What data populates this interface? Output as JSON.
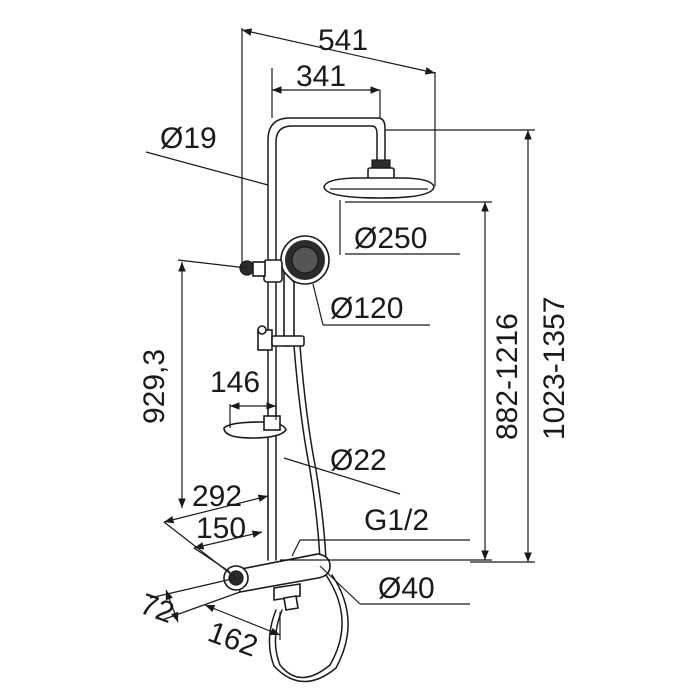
{
  "dimensions": {
    "total_width": "541",
    "arm_length": "341",
    "riser_diameter": "Ø19",
    "head_diameter": "Ø250",
    "hand_shower_diameter": "Ø120",
    "bracket_height": "929,3",
    "soap_dish_width": "146",
    "hose_diameter": "Ø22",
    "projection_292": "292",
    "projection_150": "150",
    "thread": "G1/2",
    "mixer_diameter": "Ø40",
    "depth_72": "72",
    "spout_162": "162",
    "head_height_range": "882-1216",
    "total_height_range": "1023-1357"
  }
}
